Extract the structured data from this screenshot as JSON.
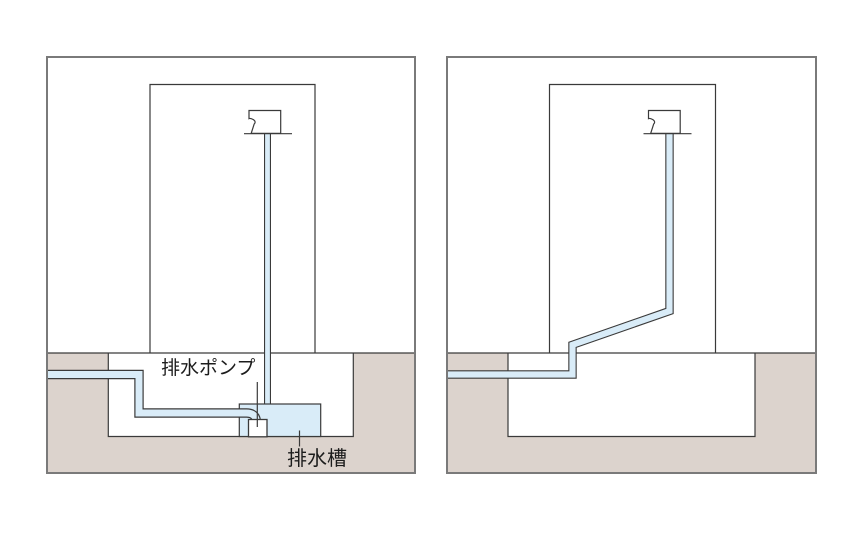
{
  "diagram": {
    "type": "building-drainage-comparison",
    "panels": {
      "left": {
        "description_role": "basement pump drainage",
        "labels": {
          "pump": "排水ポンプ",
          "tank": "排水槽"
        }
      },
      "right": {
        "description_role": "gravity drainage"
      }
    },
    "colors": {
      "pipe_fill": "#d9ecf8",
      "ground_fill": "#dcd3cd",
      "outline": "#3a3a3a",
      "panel_border": "#7a7a7a",
      "label_color": "#1c1c1c"
    }
  }
}
